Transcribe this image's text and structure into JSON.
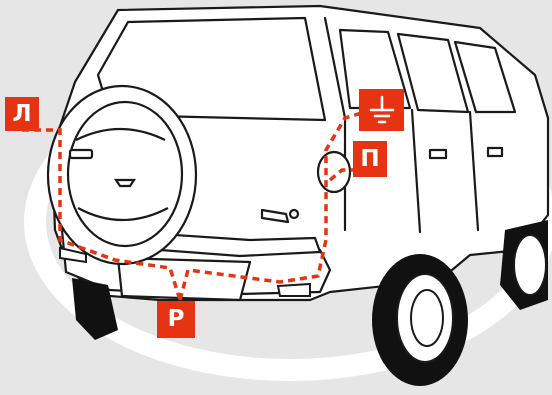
{
  "colors": {
    "background": "#e6e6e6",
    "watermark": "#ffffff",
    "car_fill": "#ffffff",
    "car_line": "#1a1a1a",
    "accent": "#e63312",
    "badge_text": "#ffffff"
  },
  "badges": {
    "left": "Л",
    "right": "П",
    "rear": "Р"
  },
  "ground_symbol": "ground-icon"
}
